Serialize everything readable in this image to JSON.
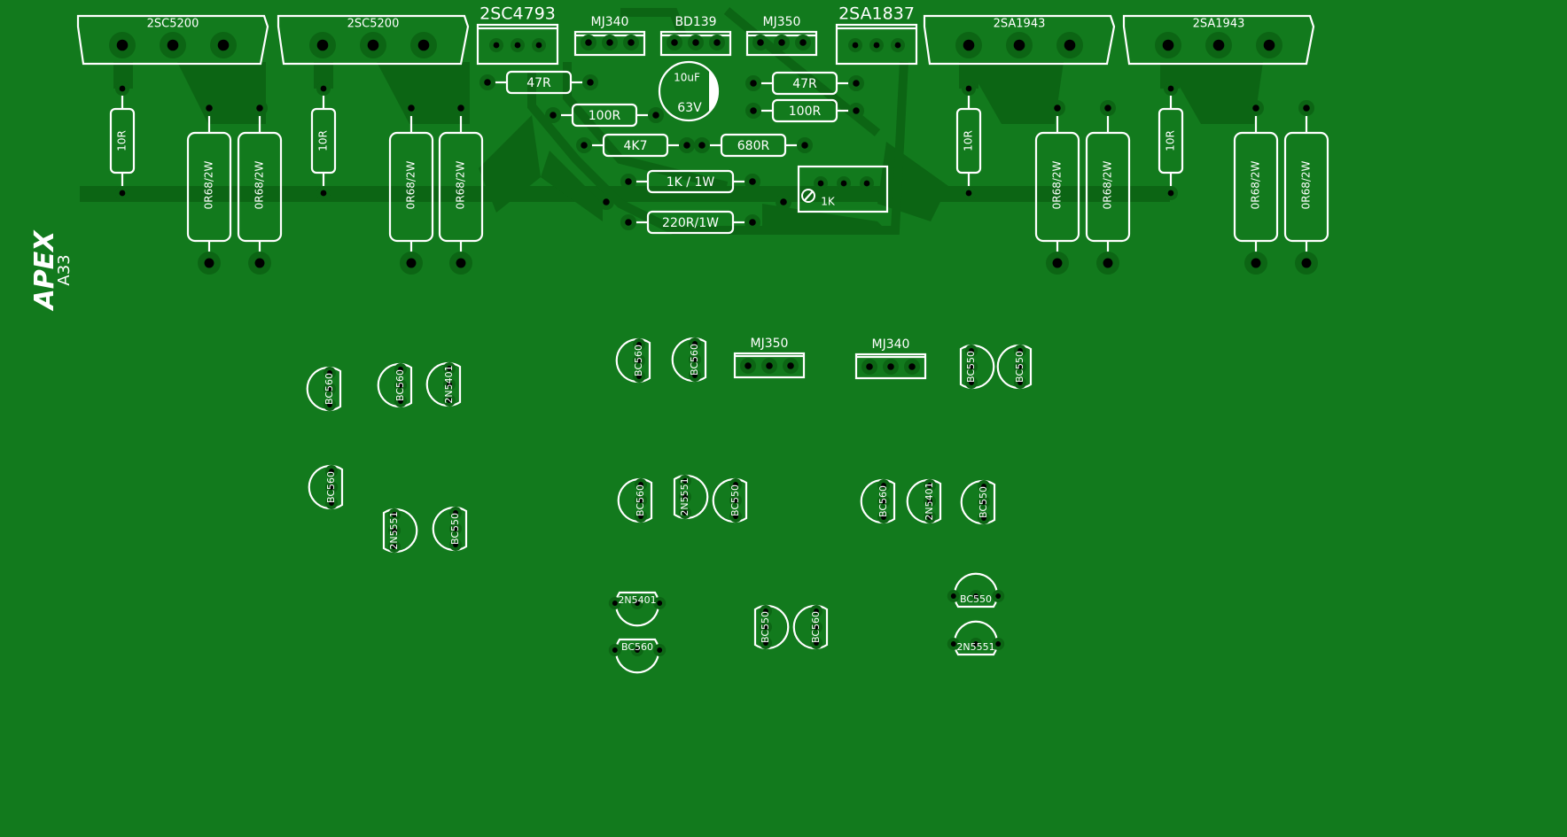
{
  "colors": {
    "board": "#127a1d",
    "copper": "#0c6514",
    "silkscreen": "#ffffff",
    "drill": "#000000"
  },
  "logo": {
    "brand": "APEX",
    "model": "A33"
  },
  "header_parts": [
    {
      "id": "q1",
      "label": "2SC5200"
    },
    {
      "id": "q2",
      "label": "2SC5200"
    },
    {
      "id": "q3",
      "label": "2SC4793"
    },
    {
      "id": "q4",
      "label": "MJ340"
    },
    {
      "id": "q5",
      "label": "BD139"
    },
    {
      "id": "q6",
      "label": "MJ350"
    },
    {
      "id": "q7",
      "label": "2SA1837"
    },
    {
      "id": "q8",
      "label": "2SA1943"
    },
    {
      "id": "q9",
      "label": "2SA1943"
    }
  ],
  "capacitor": {
    "value": "10uF",
    "voltage": "63V"
  },
  "resistors": {
    "r47a": "47R",
    "r47b": "47R",
    "r100a": "100R",
    "r100b": "100R",
    "r4k7": "4K7",
    "r680": "680R",
    "r1k1w": "1K / 1W",
    "r220": "220R/1W",
    "r10": "10R",
    "r068": "0R68/2W"
  },
  "trimmer": {
    "value": "1K"
  },
  "driver_parts": [
    {
      "id": "d1",
      "label": "MJ350"
    },
    {
      "id": "d2",
      "label": "MJ340"
    }
  ],
  "small_transistors": [
    {
      "id": "t1",
      "label": "BC560"
    },
    {
      "id": "t2",
      "label": "BC560"
    },
    {
      "id": "t3",
      "label": "2N5401"
    },
    {
      "id": "t4",
      "label": "BC560"
    },
    {
      "id": "t5",
      "label": "2N5551"
    },
    {
      "id": "t6",
      "label": "BC550"
    },
    {
      "id": "t7",
      "label": "BC560"
    },
    {
      "id": "t8",
      "label": "BC560"
    },
    {
      "id": "t9",
      "label": "BC560"
    },
    {
      "id": "t10",
      "label": "2N5551"
    },
    {
      "id": "t11",
      "label": "BC550"
    },
    {
      "id": "t12",
      "label": "BC550"
    },
    {
      "id": "t13",
      "label": "BC550"
    },
    {
      "id": "t14",
      "label": "BC560"
    },
    {
      "id": "t15",
      "label": "2N5401"
    },
    {
      "id": "t16",
      "label": "BC550"
    },
    {
      "id": "t17",
      "label": "2N5401"
    },
    {
      "id": "t18",
      "label": "BC560"
    },
    {
      "id": "t19",
      "label": "BC550"
    },
    {
      "id": "t20",
      "label": "BC560"
    },
    {
      "id": "t21",
      "label": "BC550"
    },
    {
      "id": "t22",
      "label": "2N5551"
    }
  ]
}
